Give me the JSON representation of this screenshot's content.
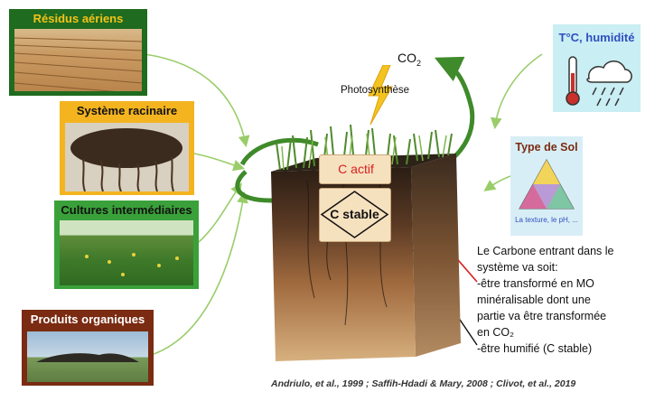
{
  "inputs": {
    "residus": "Résidus aériens",
    "racinaire": "Système racinaire",
    "cultures": "Cultures intermédiaires",
    "produits": "Produits organiques"
  },
  "climate": {
    "title": "T°C, humidité"
  },
  "soil_type": {
    "title": "Type de Sol",
    "caption": "La texture, le pH, ..."
  },
  "center": {
    "co2": "CO",
    "co2_sub": "2",
    "photosynthese": "Photosynthèse",
    "c_actif": "C actif",
    "c_stable": "C stable"
  },
  "description": {
    "line1": "Le Carbone entrant dans le",
    "line2": "système va soit:",
    "line3": "-être transformé en MO",
    "line4": "minéralisable dont une",
    "line5": "partie va être transformée",
    "line6": "en CO₂",
    "line7": "-être humifié (C stable)"
  },
  "citation": "Andriulo, et al., 1999 ; Saffih-Hdadi & Mary, 2008 ; Clivot, et al., 2019",
  "colors": {
    "residus_bg": "#1f6b1f",
    "residus_text": "#f2c21a",
    "racinaire_bg": "#f3b41f",
    "cultures_bg": "#3aa13a",
    "produits_bg": "#7a2b12",
    "climate_bg": "#c9eef3",
    "climate_text": "#2f4fc1",
    "soil_bg": "#d8eef6",
    "arrow_green": "#8cc55a",
    "dark_green": "#3f8a2a"
  }
}
